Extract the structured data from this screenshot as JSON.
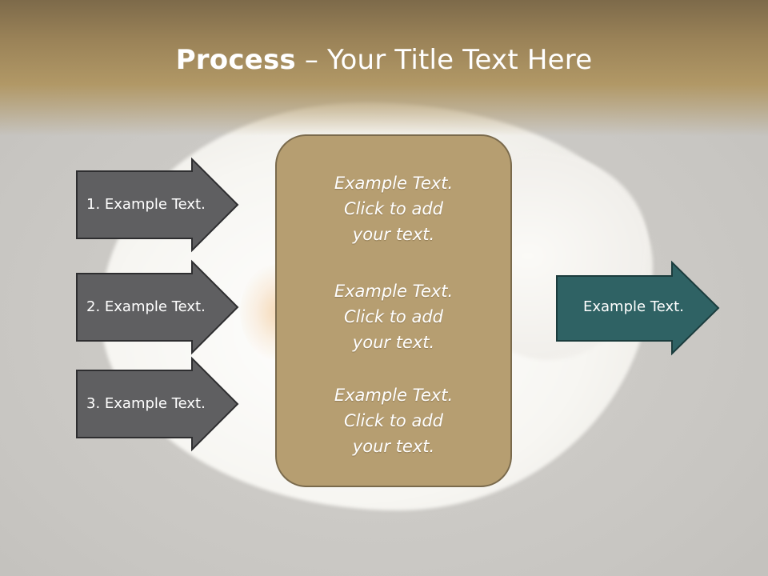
{
  "title": {
    "bold": "Process",
    "rest": " – Your Title Text Here"
  },
  "left_arrows": [
    {
      "label": "1. Example Text."
    },
    {
      "label": "2. Example Text."
    },
    {
      "label": "3. Example Text."
    }
  ],
  "center_box": {
    "blocks": [
      {
        "line1": "Example Text.",
        "line2": "Click  to add",
        "line3": "your text."
      },
      {
        "line1": "Example Text.",
        "line2": "Click  to add",
        "line3": "your text."
      },
      {
        "line1": "Example Text.",
        "line2": "Click  to add",
        "line3": "your text."
      }
    ]
  },
  "right_arrow": {
    "label": "Example Text."
  },
  "colors": {
    "left_arrow_fill": "#5f5f61",
    "center_box_fill": "#b69e71",
    "right_arrow_fill": "#2f6264"
  }
}
